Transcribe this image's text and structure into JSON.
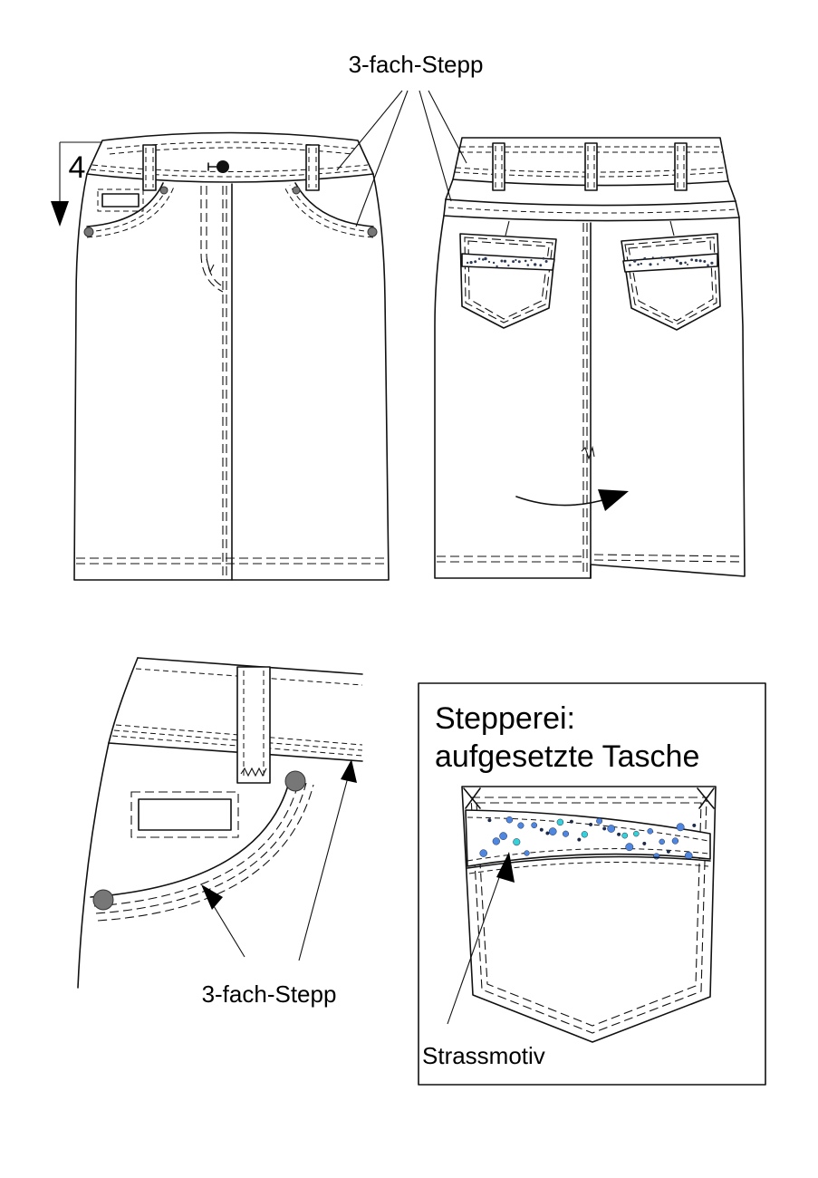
{
  "labels": {
    "top_stitch_label": "3-fach-Stepp",
    "waistband_drop_value": "4",
    "detail_stitch_label": "3-fach-Stepp",
    "inset_title_line1": "Stepperei:",
    "inset_title_line2": "aufgesetzte Tasche",
    "rhinestone_label": "Strassmotiv"
  },
  "colors": {
    "rivet": "#777777",
    "rhinestone_cyan": "#35d0d8",
    "rhinestone_blue": "#4f86e0",
    "rhinestone_dark": "#1d2a4a"
  }
}
